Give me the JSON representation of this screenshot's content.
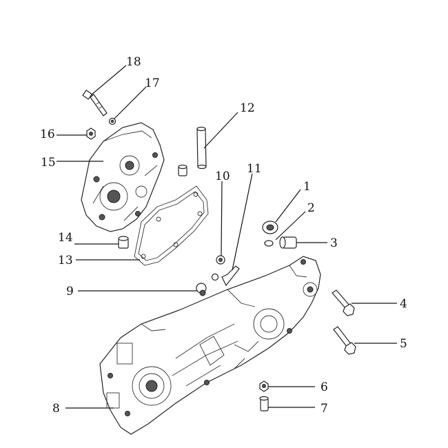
{
  "callouts": [
    {
      "id": "1",
      "text": "1"
    },
    {
      "id": "2",
      "text": "2"
    },
    {
      "id": "3",
      "text": "3"
    },
    {
      "id": "4",
      "text": "4"
    },
    {
      "id": "5",
      "text": "5"
    },
    {
      "id": "6",
      "text": "6"
    },
    {
      "id": "7",
      "text": "7"
    },
    {
      "id": "8",
      "text": "8"
    },
    {
      "id": "9",
      "text": "9"
    },
    {
      "id": "10",
      "text": "10"
    },
    {
      "id": "11",
      "text": "11"
    },
    {
      "id": "12",
      "text": "12"
    },
    {
      "id": "13",
      "text": "13"
    },
    {
      "id": "14",
      "text": "14"
    },
    {
      "id": "15",
      "text": "15"
    },
    {
      "id": "16",
      "text": "16"
    },
    {
      "id": "17",
      "text": "17"
    },
    {
      "id": "18",
      "text": "18"
    }
  ],
  "colors": {
    "line": "#111111",
    "background": "#ffffff",
    "shade": "#555555"
  }
}
